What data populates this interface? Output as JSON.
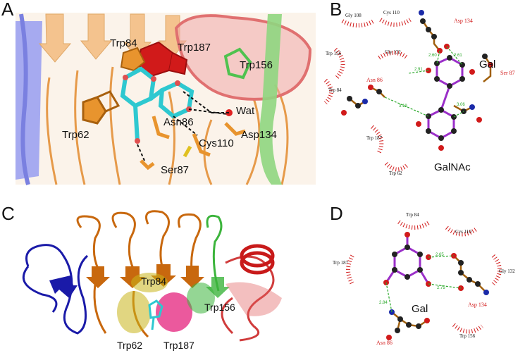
{
  "panel_letters": {
    "a": "A",
    "b": "B",
    "c": "C",
    "d": "D"
  },
  "panel_a": {
    "labels": {
      "trp84": "Trp84",
      "trp187": "Trp187",
      "trp156": "Trp156",
      "trp62": "Trp62",
      "asn86": "Asn86",
      "wat": "Wat",
      "cys110": "Cys110",
      "asp134": "Asp134",
      "ser87": "Ser87"
    }
  },
  "panel_b": {
    "residues_black": {
      "gly108": "Gly 108",
      "cys110": "Cys 110",
      "gly132": "Gly 132",
      "trp156": "Trp 156",
      "trp84": "Trp 84",
      "trp187": "Trp 187",
      "trp62": "Trp 62"
    },
    "residues_red": {
      "asp134": "Asp 134",
      "asn86": "Asn 86",
      "ser87": "Ser 87"
    },
    "sugars": {
      "gal": "Gal",
      "galnac": "GalNAc"
    },
    "distances": [
      "2.60",
      "2.61",
      "2.91",
      "3.19",
      "3.06"
    ]
  },
  "panel_c": {
    "labels": {
      "trp84": "Trp84",
      "trp156": "Trp156",
      "trp62": "Trp62",
      "trp187": "Trp187"
    }
  },
  "panel_d": {
    "residues_black": {
      "trp84": "Trp 84",
      "cys110": "Cys 110",
      "gly132": "Gly 132",
      "trp187": "Trp 187",
      "trp156": "Trp 156"
    },
    "residues_red": {
      "asp134": "Asp 134",
      "asn86": "Asn 86"
    },
    "sugars": {
      "gal": "Gal"
    },
    "distances": [
      "2.65",
      "2.75",
      "2.84"
    ]
  },
  "colors": {
    "orange": "#e8943a",
    "wheat": "#f2c89a",
    "cyan": "#2ec8d0",
    "red": "#d11a1a",
    "pink": "#e84c88",
    "green": "#5cc65c",
    "blue": "#1a1aa8",
    "lightblue": "#8f94e6",
    "purple": "#9a2fc8",
    "hbond": "#2aa82a"
  }
}
